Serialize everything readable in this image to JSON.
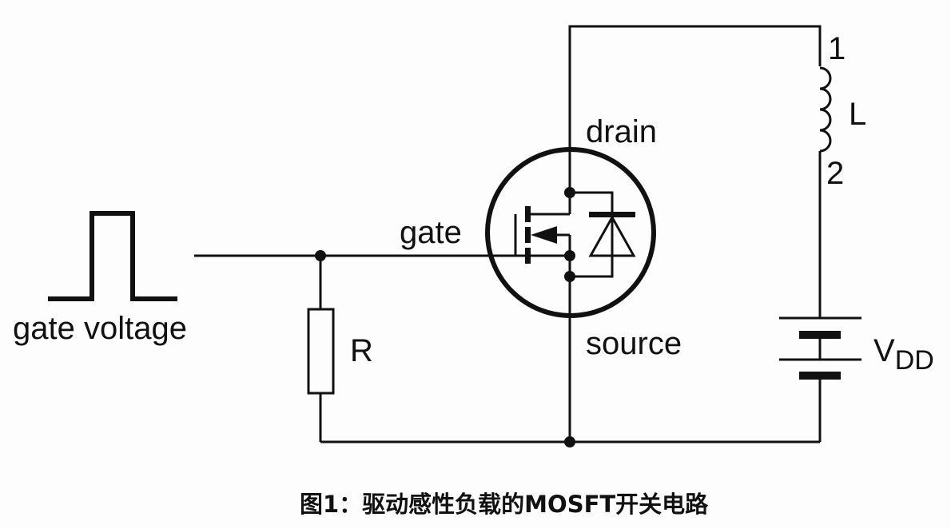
{
  "diagram": {
    "type": "circuit-schematic",
    "labels": {
      "gate_voltage": "gate voltage",
      "gate": "gate",
      "drain": "drain",
      "source": "source",
      "resistor": "R",
      "inductor": "L",
      "inductor_pin1": "1",
      "inductor_pin2": "2",
      "supply_main": "V",
      "supply_sub": "DD"
    },
    "caption": "图1：驱动感性负载的MOSFT开关电路"
  }
}
